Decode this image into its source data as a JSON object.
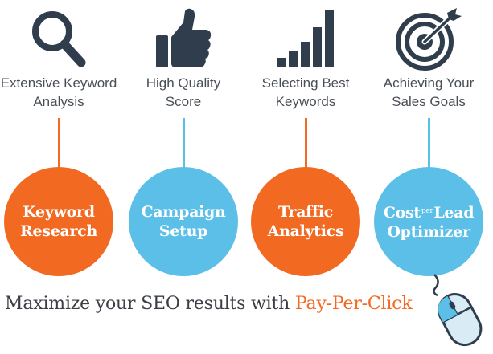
{
  "colors": {
    "orange": "#f26a22",
    "blue": "#5bbfe8",
    "icon_dark": "#2f3d4c",
    "caption_text": "#4a4f56",
    "tagline_text": "#3b3f45"
  },
  "steps": [
    {
      "icon": "magnifier-icon",
      "caption": [
        "Extensive Keyword",
        "Analysis"
      ],
      "circle": [
        "Keyword",
        "Research"
      ],
      "color": "orange"
    },
    {
      "icon": "thumbs-up-icon",
      "caption": [
        "High Quality",
        "Score"
      ],
      "circle": [
        "Campaign",
        "Setup"
      ],
      "color": "blue"
    },
    {
      "icon": "bar-signal-icon",
      "caption": [
        "Selecting Best",
        "Keywords"
      ],
      "circle": [
        "Traffic",
        "Analytics"
      ],
      "color": "orange"
    },
    {
      "icon": "target-arrow-icon",
      "caption": [
        "Achieving Your",
        "Sales Goals"
      ],
      "circle": {
        "line1_a": "Cost",
        "line1_sup": "per",
        "line1_b": "Lead",
        "line2": "Optimizer"
      },
      "color": "blue"
    }
  ],
  "tagline": {
    "text": "Maximize your SEO results with",
    "accent": "Pay-Per-Click"
  }
}
